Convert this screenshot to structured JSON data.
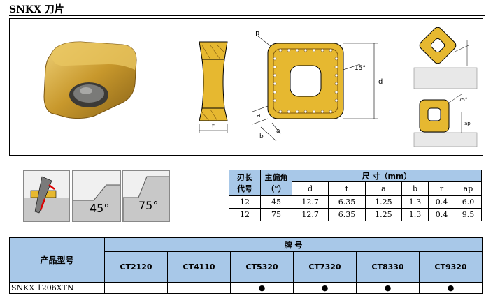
{
  "title": "SNKX 刀片",
  "drawing": {
    "label_R": "R",
    "label_d": "d",
    "label_t": "t",
    "label_a": "a",
    "label_b": "b",
    "angle_15": "15°",
    "label_a_small": "a",
    "angle_75": "75°",
    "label_ap": "ap"
  },
  "approach": [
    {
      "label": ""
    },
    {
      "label": "45°"
    },
    {
      "label": "75°"
    }
  ],
  "spec_table": {
    "col1_header": [
      "刃长",
      "代号"
    ],
    "col2_header": [
      "主偏角",
      "（°）"
    ],
    "group_header": "尺 寸（mm）",
    "sub_headers": [
      "d",
      "t",
      "a",
      "b",
      "r",
      "ap"
    ],
    "rows": [
      [
        "12",
        "45",
        "12.7",
        "6.35",
        "1.25",
        "1.3",
        "0.4",
        "6.0"
      ],
      [
        "12",
        "75",
        "12.7",
        "6.35",
        "1.25",
        "1.3",
        "0.4",
        "9.5"
      ]
    ]
  },
  "grade_table": {
    "model_header": "产品型号",
    "group_header": "牌  号",
    "grades": [
      "CT2120",
      "CT4110",
      "CT5320",
      "CT7320",
      "CT8330",
      "CT9320"
    ],
    "rows": [
      {
        "model": "SNKX 1206XTN",
        "marks": [
          "",
          "",
          "●",
          "●",
          "●",
          "●"
        ]
      }
    ]
  },
  "colors": {
    "header_blue": "#a8c8e8",
    "insert_gold": "#e6b830"
  }
}
